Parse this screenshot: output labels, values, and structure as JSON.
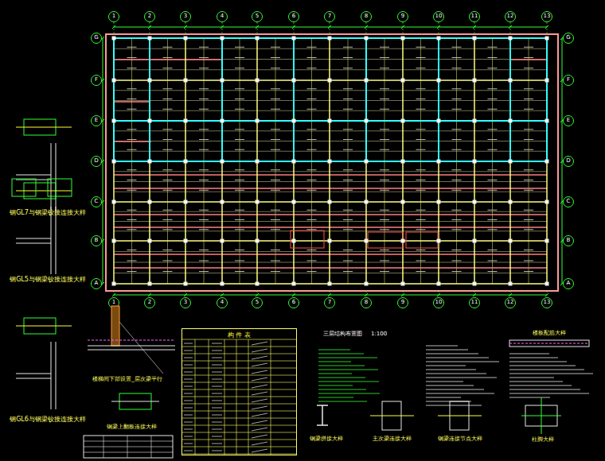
{
  "diagram": {
    "nodes": [
      {
        "text": [
          "构 件 表"
        ]
      }
    ],
    "labels": [
      "1",
      "2",
      "3",
      "4",
      "5",
      "6",
      "7",
      "8",
      "9",
      "10",
      "11",
      "12",
      "13",
      "1",
      "2",
      "3",
      "4",
      "5",
      "6",
      "7",
      "8",
      "9",
      "10",
      "11",
      "12",
      "13",
      "G",
      "F",
      "E",
      "D",
      "C",
      "B",
      "A",
      "G",
      "F",
      "E",
      "D",
      "C",
      "B",
      "A",
      "钢GL7与钢梁铰接连接大样",
      "钢GL5与钢梁铰接连接大样",
      "钢GL6与钢梁铰接连接大样",
      "楼梯间下部设置_层次梁平行",
      "钢梁上翻板连接大样",
      "三层结构布置图",
      "1:100",
      "钢梁拼接大样",
      "主次梁连接大样",
      "钢梁连接节点大样",
      "楼板配筋大样",
      "柱脚大样"
    ]
  }
}
